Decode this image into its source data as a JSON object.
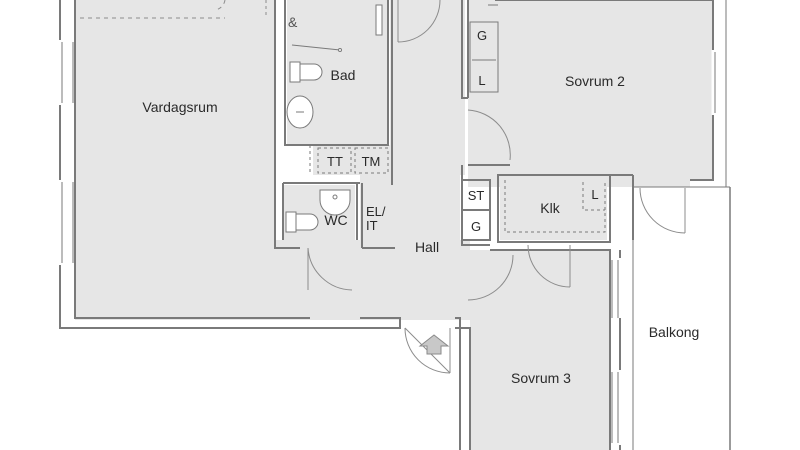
{
  "plan": {
    "rooms": {
      "vardagsrum": "Vardagsrum",
      "bad": "Bad",
      "sovrum2": "Sovrum 2",
      "hall": "Hall",
      "klk": "Klk",
      "sovrum3": "Sovrum 3",
      "balkong": "Balkong",
      "wc": "WC"
    },
    "fixtures": {
      "g_top": "G",
      "l_top": "L",
      "tt": "TT",
      "tm": "TM",
      "el_it_line1": "EL/",
      "el_it_line2": "IT",
      "st": "ST",
      "g_hall": "G",
      "l_klk": "L"
    },
    "colors": {
      "floor": "#e6e6e6",
      "wall": "#7a7a7a",
      "line": "#8c8c8c",
      "balcony": "#ffffff"
    }
  }
}
